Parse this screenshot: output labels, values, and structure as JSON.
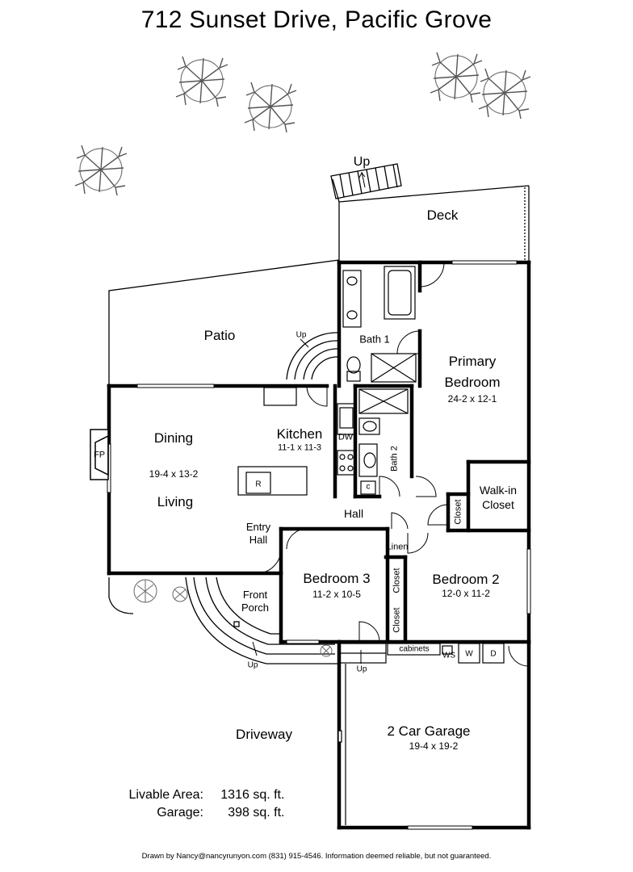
{
  "title": "712 Sunset Drive, Pacific Grove",
  "rooms": {
    "deck": "Deck",
    "patio": "Patio",
    "bath1": "Bath 1",
    "primary_name": "Primary Bedroom",
    "primary_dim": "24-2 x 12-1",
    "kitchen_name": "Kitchen",
    "kitchen_dim": "11-1 x 11-3",
    "dining": "Dining",
    "living_dim": "19-4 x 13-2",
    "living": "Living",
    "bath2": "Bath 2",
    "walkin": "Walk-in Closet",
    "hall": "Hall",
    "entry_hall": "Entry Hall",
    "closet_a": "Closet",
    "closet_b": "Closet",
    "closet_c": "Closet",
    "linen": "Linen",
    "bedroom3_name": "Bedroom 3",
    "bedroom3_dim": "11-2 x 10-5",
    "bedroom2_name": "Bedroom 2",
    "bedroom2_dim": "12-0 x 11-2",
    "front_porch": "Front Porch",
    "garage_name": "2 Car Garage",
    "garage_dim": "19-4 x 19-2",
    "driveway": "Driveway"
  },
  "fixtures": {
    "fp": "FP",
    "dw": "DW",
    "r": "R",
    "c": "c",
    "ws": "WS",
    "w": "W",
    "d": "D",
    "cabinets": "cabinets"
  },
  "stairs": {
    "deck_up": "Up",
    "patio_up": "Up",
    "porch_up": "Up",
    "garage_up": "Up"
  },
  "area": {
    "livable_label": "Livable Area:",
    "livable_value": "1316 sq. ft.",
    "garage_label": "Garage:",
    "garage_value": "398 sq. ft."
  },
  "footer": "Drawn by Nancy@nancyrunyon.com (831) 915-4546.  Information deemed reliable, but not guaranteed."
}
